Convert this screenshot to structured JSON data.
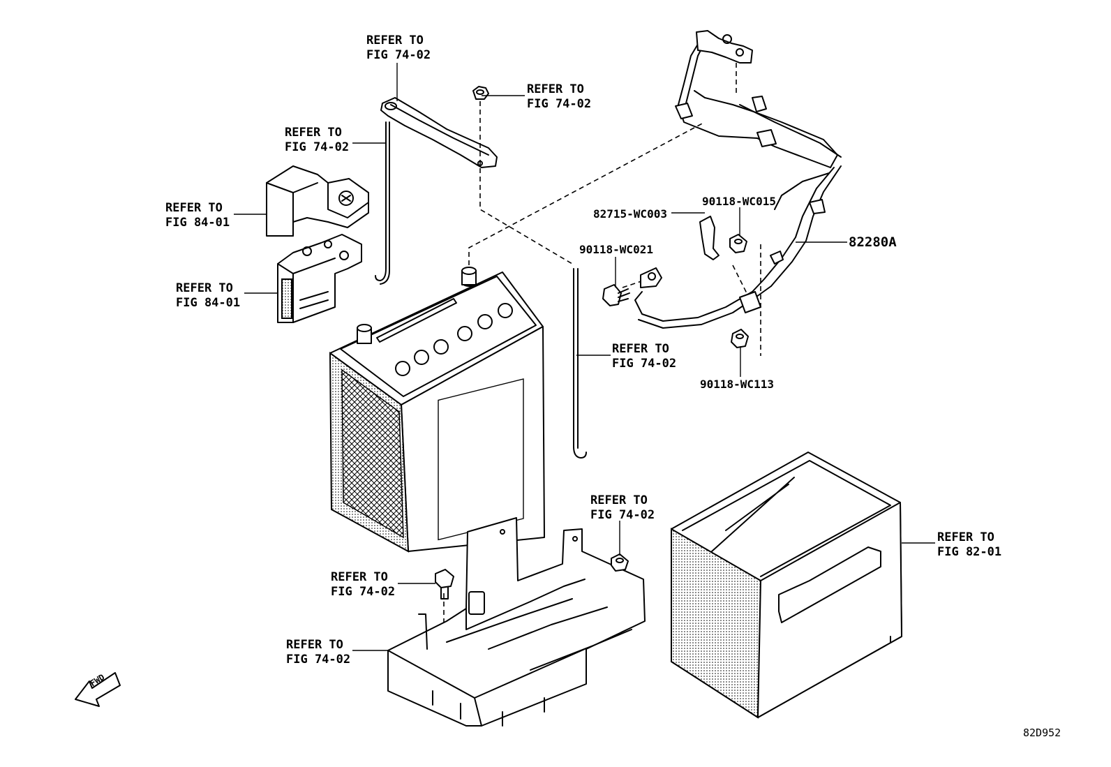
{
  "refer_labels": [
    {
      "line1": "REFER TO",
      "line2": "FIG 74-02"
    },
    {
      "line1": "REFER TO",
      "line2": "FIG 74-02"
    },
    {
      "line1": "REFER TO",
      "line2": "FIG 74-02"
    },
    {
      "line1": "REFER TO",
      "line2": "FIG 84-01"
    },
    {
      "line1": "REFER TO",
      "line2": "FIG 84-01"
    },
    {
      "line1": "REFER TO",
      "line2": "FIG 74-02"
    },
    {
      "line1": "REFER TO",
      "line2": "FIG 74-02"
    },
    {
      "line1": "REFER TO",
      "line2": "FIG 74-02"
    },
    {
      "line1": "REFER TO",
      "line2": "FIG 74-02"
    },
    {
      "line1": "REFER TO",
      "line2": "FIG 82-01"
    }
  ],
  "part_numbers": [
    "82715-WC003",
    "90118-WC015",
    "82280A",
    "90118-WC021",
    "90118-WC113"
  ],
  "fwd_label": "FWD",
  "diagram_code": "82D952"
}
